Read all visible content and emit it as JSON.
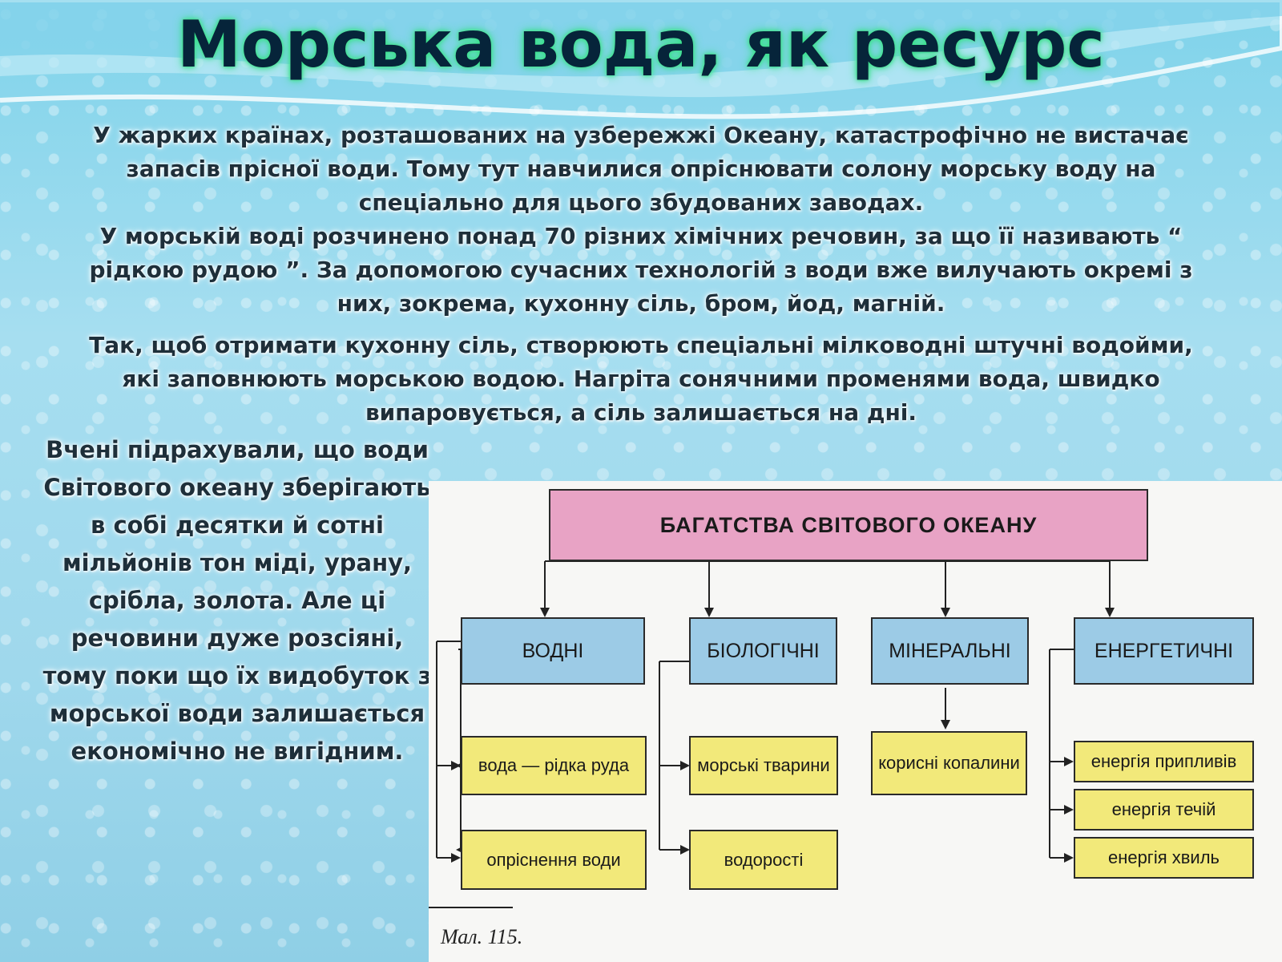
{
  "slide": {
    "title": "Морська вода, як ресурс",
    "paragraph_1": "У жарких країнах, розташованих на узбережжі Океану, катастрофічно не вистачає запасів прісної води. Тому тут навчилися опріснювати солону морську воду на спеціально для цього збудованих заводах.",
    "paragraph_2": "У морській воді розчинено понад 70 різних хімічних речовин, за що її називають “ рідкою рудою ”. За допомогою сучасних технологій з води вже вилучають окремі з них, зокрема, кухонну сіль, бром, йод, магній.",
    "paragraph_3": "Так, щоб отримати кухонну сіль, створюють спеціальні мілководні штучні водойми, які заповнюють морською водою. Нагріта сонячними променями вода, швидко випаровується, а сіль залишається на дні.",
    "left_paragraph": "Вчені підрахували, що води Світового океану зберігають в собі десятки й сотні мільйонів тон міді, урану, срібла, золота. Але ці речовини дуже розсіяні, тому поки що їх видобуток з морської води залишається економічно не вигідним."
  },
  "diagram": {
    "root": "БАГАТСТВА СВІТОВОГО ОКЕАНУ",
    "categories": {
      "water": "ВОДНІ",
      "bio": "БІОЛОГІЧНІ",
      "mineral": "МІНЕРАЛЬНІ",
      "energy": "ЕНЕРГЕТИЧНІ"
    },
    "leaves": {
      "water_1": "вода — рідка руда",
      "water_2": "опріснення води",
      "bio_1": "морські тварини",
      "bio_2": "водорості",
      "mineral_1": "корисні копалини",
      "energy_1": "енергія припливів",
      "energy_2": "енергія течій",
      "energy_3": "енергія хвиль"
    },
    "caption": "Мал. 115.",
    "colors": {
      "root": "#e8a3c5",
      "category": "#9ccbe6",
      "leaf": "#f2e97a"
    }
  }
}
